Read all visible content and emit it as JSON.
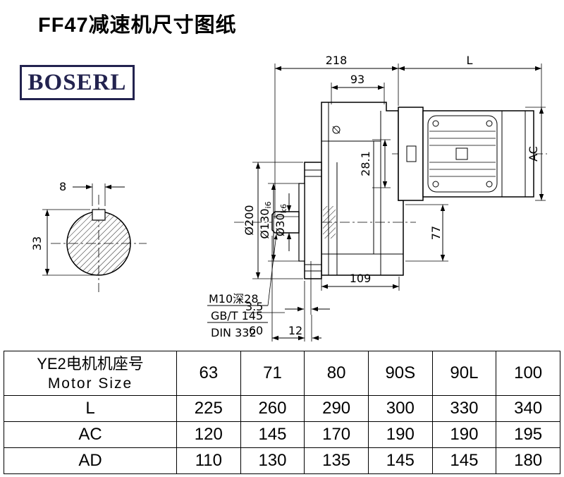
{
  "page": {
    "title": "FF47减速机尺寸图纸",
    "logo": "BOSERL"
  },
  "drawing": {
    "dim_218": "218",
    "dim_L": "L",
    "dim_93": "93",
    "dim_AC": "AC",
    "dim_8": "8",
    "dim_33": "33",
    "dim_d200": "Ø200",
    "dim_d130": "Ø130",
    "dim_d130_sub": "i6",
    "dim_d30": "Ø30",
    "dim_d30_sub": "k6",
    "dim_28_1": "28.1",
    "dim_77": "77",
    "dim_109": "109",
    "dim_3_5": "3.5",
    "dim_60": "60",
    "dim_12": "12",
    "note_thread": "M10深28",
    "note_gbt": "GB/T 145",
    "note_din": "DIN 332"
  },
  "table": {
    "header": {
      "label_cn": "YE2电机机座号",
      "label_en": "Motor Size",
      "sizes": [
        "63",
        "71",
        "80",
        "90S",
        "90L",
        "100"
      ]
    },
    "rows": [
      {
        "label": "L",
        "values": [
          "225",
          "260",
          "290",
          "300",
          "330",
          "340"
        ]
      },
      {
        "label": "AC",
        "values": [
          "120",
          "145",
          "170",
          "190",
          "190",
          "195"
        ]
      },
      {
        "label": "AD",
        "values": [
          "110",
          "130",
          "135",
          "145",
          "145",
          "180"
        ]
      }
    ]
  }
}
